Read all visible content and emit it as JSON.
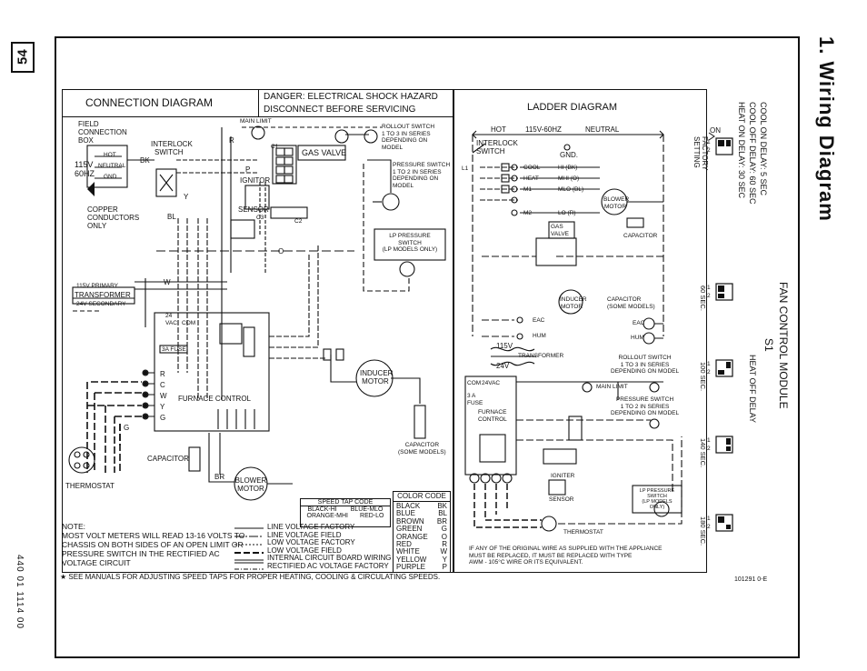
{
  "page": {
    "number": "54",
    "doc_code": "440 01 1114 00",
    "part_ref": "101291 0-E"
  },
  "title": "1. Wiring Diagram",
  "connection": {
    "title": "CONNECTION DIAGRAM",
    "danger_line1": "DANGER:  ELECTRICAL SHOCK HAZARD",
    "danger_line2": "DISCONNECT BEFORE SERVICING",
    "field_box": [
      "FIELD",
      "CONNECTION",
      "BOX"
    ],
    "voltage": [
      "115V",
      "60HZ"
    ],
    "hot": "HOT",
    "neutral": "NEUTRAL",
    "gnd": "GND",
    "interlock": [
      "INTERLOCK",
      "SWITCH"
    ],
    "copper": [
      "COPPER",
      "CONDUCTORS",
      "ONLY"
    ],
    "gas_valve": "GAS VALVE",
    "ignitor": "IGNITOR",
    "sensor": "SENSOR",
    "main_limit": "MAIN LIMIT",
    "rollout": [
      "ROLLOUT SWITCH",
      "1 TO 3 IN SERIES",
      "DEPENDING ON",
      "MODEL"
    ],
    "pressure": [
      "PRESSURE SWITCH",
      "1 TO 2 IN SERIES",
      "DEPENDING ON",
      "MODEL"
    ],
    "lp_pressure": [
      "LP PRESSURE",
      "SWITCH",
      "(LP MODELS ONLY)"
    ],
    "transformer": "TRANSFORMER",
    "transformer_primary": "115V PRIMARY",
    "transformer_secondary": "24V SECONDARY",
    "vac": "24",
    "vac2": "VAC",
    "com": "COM",
    "fuse": "3A FUSE",
    "furnace_control": "FURNACE CONTROL",
    "thermo_terms": [
      "R",
      "C",
      "W",
      "Y",
      "G"
    ],
    "thermostat": "THERMOSTAT",
    "capacitor": "CAPACITOR",
    "inducer_motor": [
      "INDUCER",
      "MOTOR"
    ],
    "blower_motor": [
      "BLOWER",
      "MOTOR"
    ],
    "capacitor_some": [
      "CAPACITOR",
      "(SOME MODELS)"
    ],
    "wire_labels": {
      "bk": "BK",
      "r": "R",
      "p": "P",
      "y": "Y",
      "bl": "BL",
      "w": "W",
      "o": "O",
      "g": "G",
      "br": "BR"
    },
    "c_labels": [
      "C1",
      "C2",
      "C3"
    ]
  },
  "ladder": {
    "title": "LADDER DIAGRAM",
    "hot": "HOT",
    "volts": "115V-60HZ",
    "neutral": "NEUTRAL",
    "interlock": [
      "INTERLOCK",
      "SWITCH"
    ],
    "gnd": "GND.",
    "l1": "L1",
    "taps": [
      {
        "name": "COOL",
        "wire": "HI (BK)"
      },
      {
        "name": "HEAT",
        "wire": "MHI (O)"
      },
      {
        "name": "M1",
        "wire": "MLO (BL)"
      },
      {
        "name": "M2",
        "wire": "LO (R)"
      }
    ],
    "blower_motor": [
      "BLOWER",
      "MOTOR"
    ],
    "capacitor": "CAPACITOR",
    "gas_valve": [
      "GAS",
      "VALVE"
    ],
    "inducer_motor": [
      "INDUCER",
      "MOTOR"
    ],
    "capacitor_some": [
      "CAPACITOR",
      "(SOME MODELS)"
    ],
    "eac": "EAC",
    "hum": "HUM",
    "transformer_v1": "115V",
    "transformer_v2": "24V",
    "transformer": "TRANSFORMER",
    "rollout": [
      "ROLLOUT SWITCH",
      "1 TO 3 IN SERIES",
      "DEPENDING ON MODEL"
    ],
    "main_limit": "MAIN LIMIT",
    "pressure": [
      "PRESSURE SWITCH",
      "1 TO 2 IN SERIES",
      "DEPENDING ON MODEL"
    ],
    "com": "COM",
    "vac": "24VAC",
    "fuse": [
      "3 A",
      "FUSE"
    ],
    "furnace_control": [
      "FURNACE",
      "CONTROL"
    ],
    "ignitor": "IGNITER",
    "sensor": "SENSOR",
    "lp_pressure": [
      "LP PRESSURE",
      "SWITCH",
      "(LP MODELS ONLY)"
    ],
    "thermostat": "THERMOSTAT",
    "replace_note": [
      "IF ANY OF THE ORIGINAL WIRE AS SUPPLIED WITH THE APPLIANCE",
      "MUST BE REPLACED, IT MUST BE REPLACED WITH TYPE",
      "AWM - 105°C WIRE OR ITS EQUIVALENT."
    ]
  },
  "note": [
    "NOTE:",
    "MOST VOLT METERS WILL READ 13-16 VOLTS TO",
    "CHASSIS ON BOTH SIDES OF AN OPEN LIMIT OR",
    "PRESSURE SWITCH IN THE RECTIFIED AC",
    "VOLTAGE CIRCUIT"
  ],
  "legend": [
    "LINE VOLTAGE FACTORY",
    "LINE VOLTAGE FIELD",
    "LOW VOLTAGE FACTORY",
    "LOW VOLTAGE FIELD",
    "INTERNAL CIRCUIT BOARD WIRING",
    "RECTIFIED AC VOLTAGE FACTORY"
  ],
  "speed_tap": {
    "title": "SPEED TAP CODE",
    "row1": [
      "BLACK-HI",
      "BLUE-MLO"
    ],
    "row2": [
      "ORANGE-MHI",
      "RED-LO"
    ]
  },
  "color_code": {
    "title": "COLOR  CODE",
    "rows": [
      [
        "BLACK",
        "BK"
      ],
      [
        "BLUE",
        "BL"
      ],
      [
        "BROWN",
        "BR"
      ],
      [
        "GREEN",
        "G"
      ],
      [
        "ORANGE",
        "O"
      ],
      [
        "RED",
        "R"
      ],
      [
        "WHITE",
        "W"
      ],
      [
        "YELLOW",
        "Y"
      ],
      [
        "PURPLE",
        "P"
      ]
    ]
  },
  "footer": "★ SEE MANUALS FOR ADJUSTING SPEED TAPS FOR PROPER HEATING, COOLING & CIRCULATING SPEEDS.",
  "fan_module": {
    "cool_on": "COOL ON DELAY: 5 SEC",
    "cool_off": "COOL OFF DELAY: 60 SEC",
    "heat_on": "HEAT ON DELAY: 30 SEC",
    "on_label": "ON",
    "factory": [
      "FACTORY",
      "SETTING"
    ],
    "title": "FAN CONTROL MODULE",
    "s1": "S1",
    "heat_off": "HEAT OFF DELAY",
    "settings": [
      "60 SEC.",
      "100 SEC.",
      "140 SEC.",
      "180 SEC."
    ],
    "dip_digits": [
      "1",
      "2"
    ]
  }
}
